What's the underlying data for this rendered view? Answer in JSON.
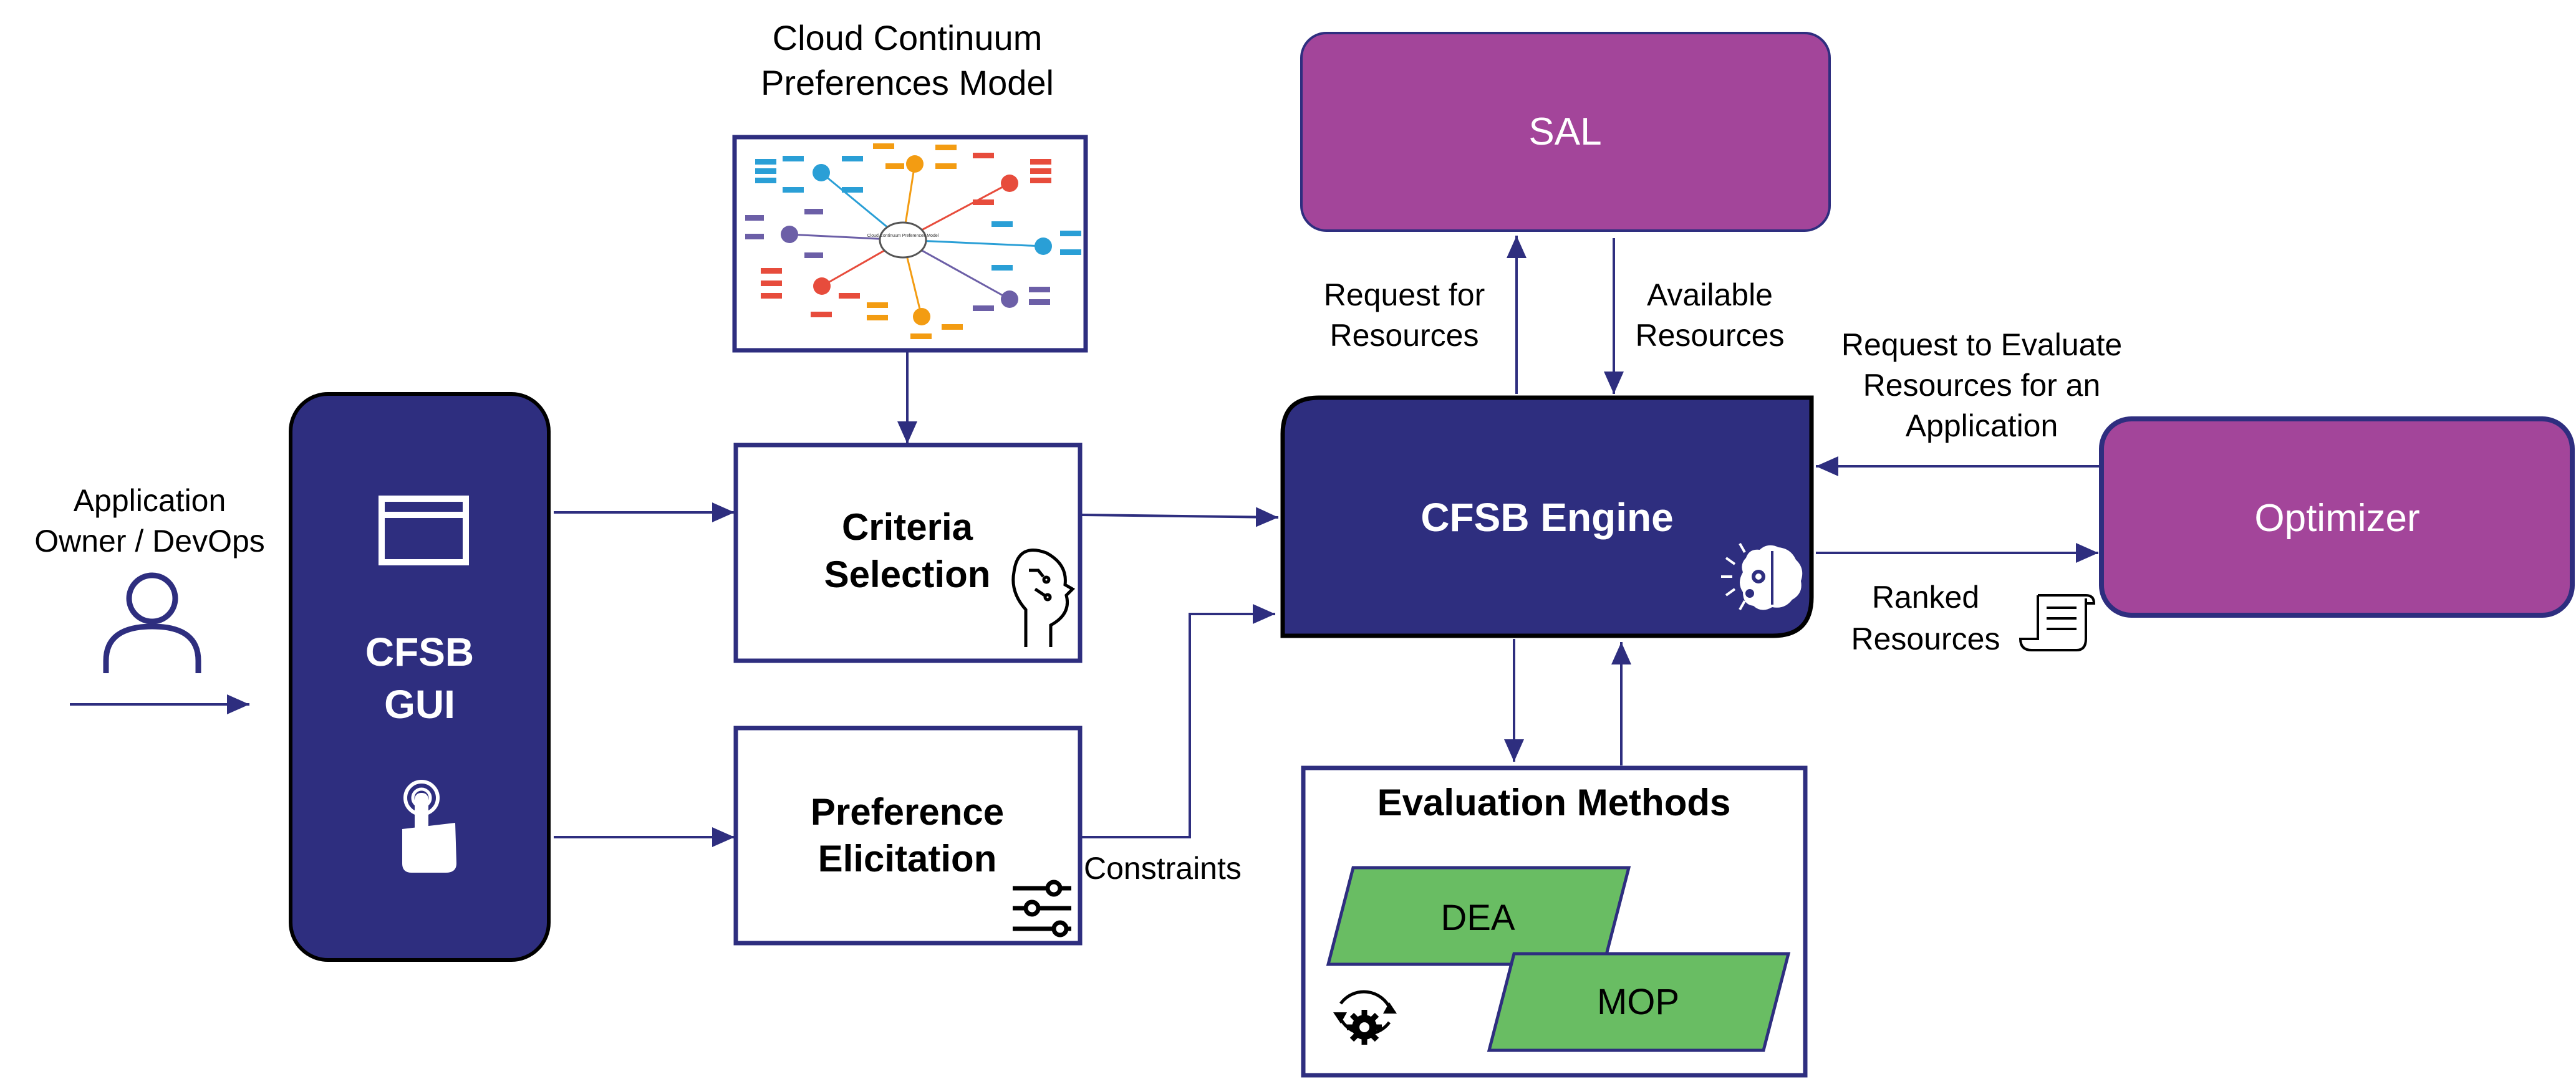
{
  "colors": {
    "navy": "#2e2e7f",
    "purple": "#a3459a",
    "green": "#69bd63",
    "arrow": "#2e2e7f",
    "box_border": "#2e2e7f"
  },
  "icons": [
    "user-icon",
    "browser-window-icon",
    "touch-hand-icon",
    "brain-circuit-icon",
    "brain-gear-icon",
    "sliders-icon",
    "gear-cycle-icon",
    "document-scroll-icon",
    "mind-map-thumbnail"
  ],
  "actor": {
    "label_line1": "Application",
    "label_line2": "Owner / DevOps"
  },
  "cfsb_gui": {
    "line1": "CFSB",
    "line2": "GUI"
  },
  "preferences_model": {
    "line1": "Cloud Continuum",
    "line2": "Preferences Model",
    "thumbnail_center": "Cloud Continuum Preferences Model"
  },
  "criteria_selection": {
    "line1": "Criteria",
    "line2": "Selection"
  },
  "preference_elicitation": {
    "line1": "Preference",
    "line2": "Elicitation"
  },
  "constraints_label": "Constraints",
  "sal": {
    "label": "SAL"
  },
  "request_resources": {
    "line1": "Request for",
    "line2": "Resources"
  },
  "available_resources": {
    "line1": "Available",
    "line2": "Resources"
  },
  "engine": {
    "label": "CFSB Engine"
  },
  "request_evaluate": {
    "line1": "Request to Evaluate",
    "line2": "Resources for an",
    "line3": "Application"
  },
  "optimizer": {
    "label": "Optimizer"
  },
  "ranked_resources": {
    "line1": "Ranked",
    "line2": "Resources"
  },
  "evaluation_methods": {
    "title": "Evaluation Methods",
    "dea": "DEA",
    "mop": "MOP"
  }
}
